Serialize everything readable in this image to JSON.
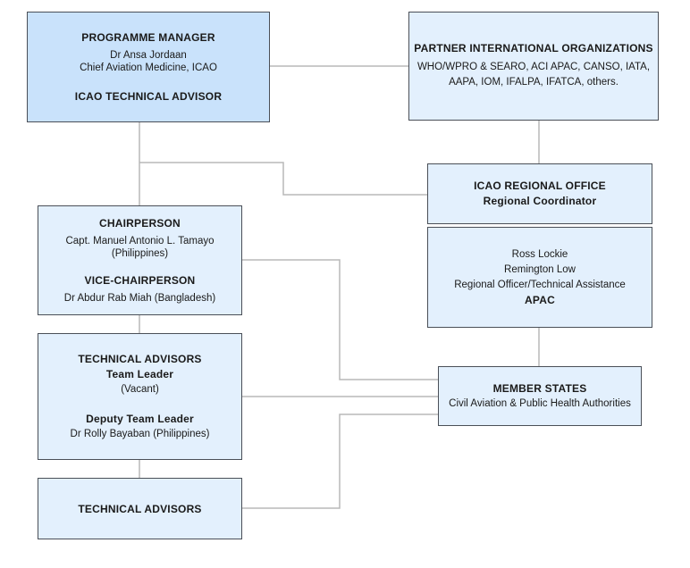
{
  "programme_manager": {
    "title": "PROGRAMME MANAGER",
    "name": "Dr Ansa Jordaan",
    "role": "Chief Aviation Medicine, ICAO",
    "subtitle": "ICAO TECHNICAL ADVISOR"
  },
  "partners": {
    "title": "PARTNER INTERNATIONAL ORGANIZATIONS",
    "line1": "WHO/WPRO & SEARO, ACI APAC, CANSO, IATA,",
    "line2": "AAPA, IOM, IFALPA, IFATCA, others."
  },
  "regional_office": {
    "title": "ICAO REGIONAL OFFICE",
    "subtitle": "Regional Coordinator"
  },
  "regional_staff": {
    "name1": "Ross Lockie",
    "name2": "Remington Low",
    "role": "Regional Officer/Technical Assistance",
    "region": "APAC"
  },
  "chairperson": {
    "title": "CHAIRPERSON",
    "name": "Capt. Manuel Antonio L. Tamayo",
    "country": "(Philippines)",
    "vice_title": "VICE-CHAIRPERSON",
    "vice_name": "Dr Abdur Rab Miah (Bangladesh)"
  },
  "technical_advisors_lead": {
    "title": "TECHNICAL ADVISORS",
    "team_leader_label": "Team Leader",
    "team_leader": "(Vacant)",
    "deputy_label": "Deputy Team Leader",
    "deputy": "Dr Rolly Bayaban (Philippines)"
  },
  "technical_advisors": {
    "title": "TECHNICAL ADVISORS"
  },
  "member_states": {
    "title": "MEMBER STATES",
    "subtitle": "Civil Aviation & Public Health Authorities"
  },
  "colors": {
    "primary_box": "#c9e2fb",
    "box": "#e3f0fd",
    "border": "#4a4f57",
    "connector": "#b8b8b8"
  }
}
